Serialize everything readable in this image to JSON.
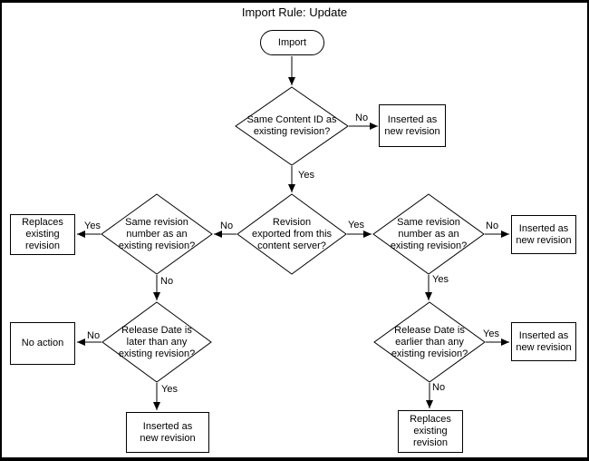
{
  "title": "Import Rule: Update",
  "colors": {
    "ink": "#000000",
    "background": "#ffffff"
  },
  "start": {
    "label": "Import"
  },
  "decisions": {
    "content_id": "Same Content ID as\nexisting revision?",
    "exported": "Revision\nexported from this\ncontent server?",
    "same_rev_left": "Same revision\nnumber as an\nexisting revision?",
    "same_rev_right": "Same revision\nnumber as an\nexisting revision?",
    "release_later": "Release Date is\nlater than any\nexisting revision?",
    "release_earlier": "Release Date is\nearlier than any\nexisting revision?"
  },
  "results": {
    "inserted_top": "Inserted as\nnew revision",
    "replaces_left": "Replaces\nexisting\nrevision",
    "no_action": "No action",
    "inserted_bottom_left": "Inserted as\nnew revision",
    "inserted_right_mid": "Inserted as\nnew revision",
    "inserted_right_lower": "Inserted as\nnew revision",
    "replaces_right": "Replaces\nexisting\nrevision"
  },
  "edge_labels": {
    "content_id_no": "No",
    "content_id_yes": "Yes",
    "exported_no": "No",
    "exported_yes": "Yes",
    "same_rev_left_yes": "Yes",
    "same_rev_left_no": "No",
    "release_later_no": "No",
    "release_later_yes": "Yes",
    "same_rev_right_no": "No",
    "same_rev_right_yes": "Yes",
    "release_earlier_yes": "Yes",
    "release_earlier_no": "No"
  }
}
